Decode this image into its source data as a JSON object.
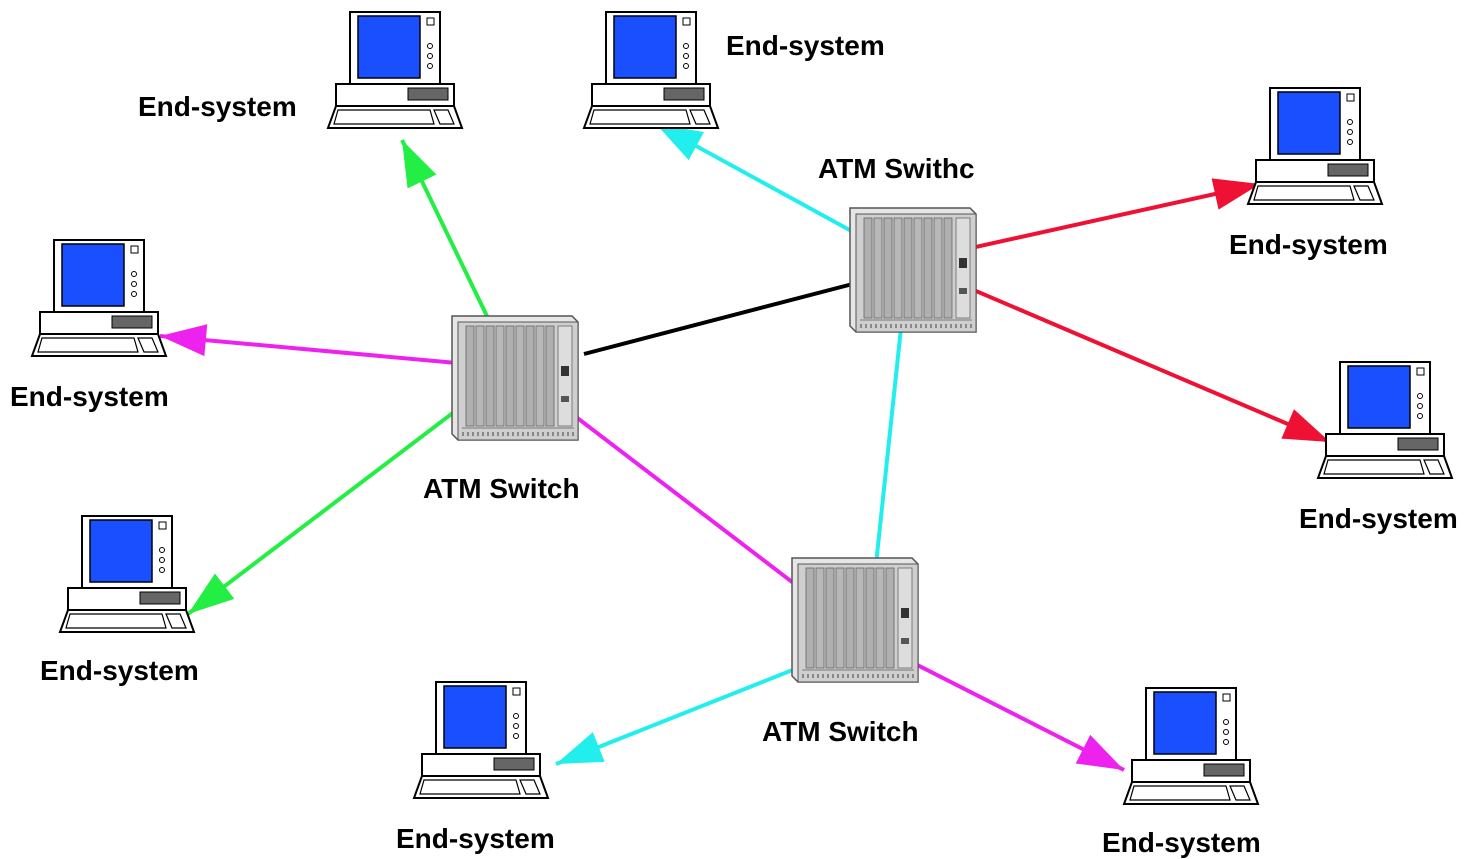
{
  "labels": {
    "es_top_left": "End-system",
    "es_top_mid": "End-system",
    "es_right_top": "End-system",
    "es_left_mid": "End-system",
    "es_right_mid": "End-system",
    "es_left_bottom": "End-system",
    "es_bottom_mid": "End-system",
    "es_bottom_right": "End-system",
    "switch_top": "ATM Swithc",
    "switch_left": "ATM Switch",
    "switch_bottom": "ATM Switch"
  },
  "colors": {
    "screen": "#1a4fff",
    "green_link": "#22ee44",
    "cyan_link": "#22eeee",
    "red_link": "#ee1133",
    "magenta_link": "#ee22ee",
    "trunk_link": "#000000",
    "switch_body": "#c8c8c8"
  }
}
